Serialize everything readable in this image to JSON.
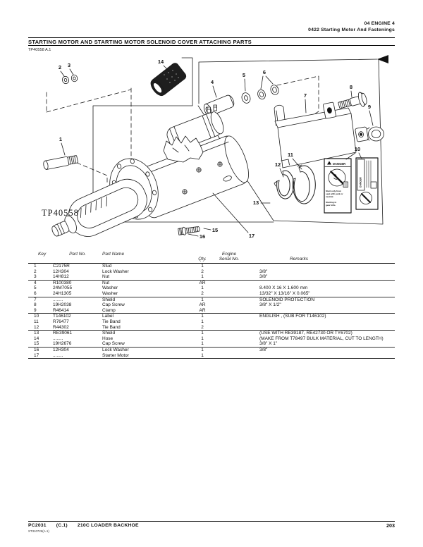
{
  "page_header": {
    "line1": "04 ENGINE 4",
    "line2": "0422 Starting Motor And Fastenings"
  },
  "section": {
    "title": "STARTING MOTOR AND STARTING MOTOR SOLENOID COVER ATTACHING PARTS",
    "figure_ref": "TP40558 A.1"
  },
  "figure": {
    "image_label": "TP40558",
    "callouts": [
      "1",
      "2",
      "3",
      "4",
      "5",
      "6",
      "7",
      "8",
      "9",
      "10",
      "11",
      "12",
      "13",
      "14",
      "15",
      "16",
      "17"
    ],
    "danger": {
      "word": "DANGER",
      "lines": [
        "Start only from",
        "seat with park or",
        "neutral.",
        "Starting in",
        "gear kills."
      ]
    }
  },
  "table": {
    "headers": {
      "key": "Key",
      "part_no": "Part No.",
      "part_name": "Part Name",
      "qty": "Qty.",
      "engine_serial_line1": "Engine",
      "engine_serial_line2": "Serial No.",
      "remarks": "Remarks"
    },
    "rows": [
      {
        "key": "1",
        "part_no": "C2175R",
        "part_name": "Stud",
        "qty": "1",
        "remarks": ""
      },
      {
        "key": "2",
        "part_no": "12H304",
        "part_name": "Lock Washer",
        "qty": "2",
        "remarks": "3/8\""
      },
      {
        "key": "3",
        "part_no": "14H812",
        "part_name": "Nut",
        "qty": "1",
        "remarks": "3/8\""
      },
      {
        "key": "4",
        "part_no": "R100380",
        "part_name": "Nut",
        "qty": "AR",
        "remarks": ""
      },
      {
        "key": "5",
        "part_no": "24M7055",
        "part_name": "Washer",
        "qty": "1",
        "remarks": "8.400 X 16 X 1.600 mm"
      },
      {
        "key": "6",
        "part_no": "24H1305",
        "part_name": "Washer",
        "qty": "2",
        "remarks": "13/32\" X 13/16\" X 0.065\""
      },
      {
        "key": "7",
        "part_no": "........",
        "part_name": "Shield",
        "qty": "1",
        "remarks": "SOLENOID PROTECTION"
      },
      {
        "key": "8",
        "part_no": "19H2038",
        "part_name": "Cap Screw",
        "qty": "AR",
        "remarks": "3/8\" X 1/2\""
      },
      {
        "key": "9",
        "part_no": "R46414",
        "part_name": "Clamp",
        "qty": "AR",
        "remarks": ""
      },
      {
        "key": "10",
        "part_no": "T146102",
        "part_name": "Label",
        "qty": "1",
        "remarks": "ENGLISH , (SUB FOR T146102)"
      },
      {
        "key": "11",
        "part_no": "R76477",
        "part_name": "Tie Band",
        "qty": "1",
        "remarks": ""
      },
      {
        "key": "12",
        "part_no": "R44302",
        "part_name": "Tie Band",
        "qty": "2",
        "remarks": ""
      },
      {
        "key": "13",
        "part_no": "RE39061",
        "part_name": "Shield",
        "qty": "1",
        "remarks": "(USE WITH RE39187, RE42730 OR TY6702)"
      },
      {
        "key": "14",
        "part_no": "........",
        "part_name": "Hose",
        "qty": "1",
        "remarks": "(MAKE FROM T78497 BULK MATERIAL, CUT TO LENGTH)"
      },
      {
        "key": "15",
        "part_no": "19H2676",
        "part_name": "Cap Screw",
        "qty": "1",
        "remarks": "3/8\" X 1\""
      },
      {
        "key": "16",
        "part_no": "12H304",
        "part_name": "Lock Washer",
        "qty": "1",
        "remarks": "3/8\""
      },
      {
        "key": "17",
        "part_no": "........",
        "part_name": "Starter Motor",
        "qty": "1",
        "remarks": ""
      }
    ]
  },
  "footer": {
    "doc": "PC2031",
    "rev": "(C.1)",
    "model": "210C LOADER BACKHOE",
    "sub_ref": "ST310726(A.1)",
    "page": "203"
  }
}
